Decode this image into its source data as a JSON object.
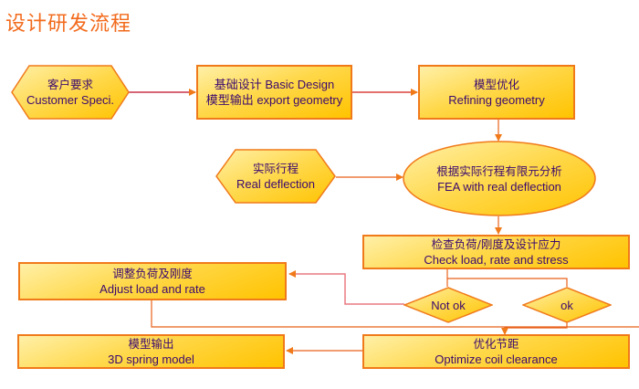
{
  "title": "设计研发流程",
  "colors": {
    "title": "#f26b1d",
    "border": "#f07a1a",
    "text": "#3b0a6e",
    "fill_light": "#fff0a8",
    "fill_dark": "#ffc300",
    "connector": "#e8601a"
  },
  "nodes": {
    "customer_spec": {
      "shape": "hexagon",
      "cn": "客户要求",
      "en": "Customer Speci."
    },
    "basic_design": {
      "shape": "rectangle",
      "line1": "基础设计 Basic Design",
      "line2": "模型输出 export geometry"
    },
    "refining": {
      "shape": "rectangle",
      "cn": "模型优化",
      "en": "Refining geometry"
    },
    "real_deflection": {
      "shape": "hexagon",
      "cn": "实际行程",
      "en": "Real deflection"
    },
    "fea": {
      "shape": "ellipse",
      "cn": "根据实际行程有限元分析",
      "en": "FEA with real deflection"
    },
    "check": {
      "shape": "rectangle",
      "cn": "检查负荷/刚度及设计应力",
      "en": "Check load, rate and stress"
    },
    "adjust": {
      "shape": "rectangle",
      "cn": "调整负荷及刚度",
      "en": "Adjust load and rate"
    },
    "not_ok": {
      "shape": "diamond",
      "label": "Not ok"
    },
    "ok": {
      "shape": "diamond",
      "label": "ok"
    },
    "output": {
      "shape": "rectangle",
      "cn": "模型输出",
      "en": "3D spring model"
    },
    "optimize": {
      "shape": "rectangle",
      "cn": "优化节距",
      "en": "Optimize coil clearance"
    }
  },
  "edges": [
    {
      "from": "customer_spec",
      "to": "basic_design"
    },
    {
      "from": "basic_design",
      "to": "refining"
    },
    {
      "from": "refining",
      "to": "fea"
    },
    {
      "from": "real_deflection",
      "to": "fea"
    },
    {
      "from": "fea",
      "to": "check"
    },
    {
      "from": "check",
      "to": "not_ok"
    },
    {
      "from": "check",
      "to": "ok"
    },
    {
      "from": "not_ok",
      "to": "adjust"
    },
    {
      "from": "adjust",
      "to": "optimize"
    },
    {
      "from": "ok",
      "to": "optimize"
    },
    {
      "from": "optimize",
      "to": "output"
    }
  ]
}
